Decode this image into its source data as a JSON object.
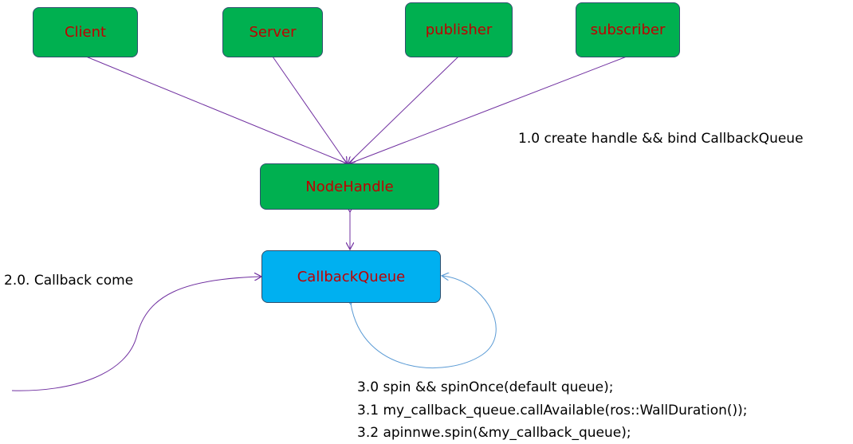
{
  "nodes": {
    "client": "Client",
    "server": "Server",
    "publisher": "publisher",
    "subscriber": "subscriber",
    "nodehandle": "NodeHandle",
    "callbackqueue": "CallbackQueue"
  },
  "annotations": {
    "step_1_0": "1.0 create handle &&  bind CallbackQueue",
    "step_2_0": "2.0. Callback come",
    "step_3_0": "3.0 spin && spinOnce(default queue);",
    "step_3_1": "3.1 my_callback_queue.callAvailable(ros::WallDuration());",
    "step_3_2": "3.2 apinnwe.spin(&my_callback_queue);"
  },
  "colors": {
    "box_green": "#00b050",
    "box_blue": "#00b0f0",
    "box_text": "#c00000",
    "arrow_purple": "#7030a0",
    "arrow_blue": "#5b9bd5"
  }
}
